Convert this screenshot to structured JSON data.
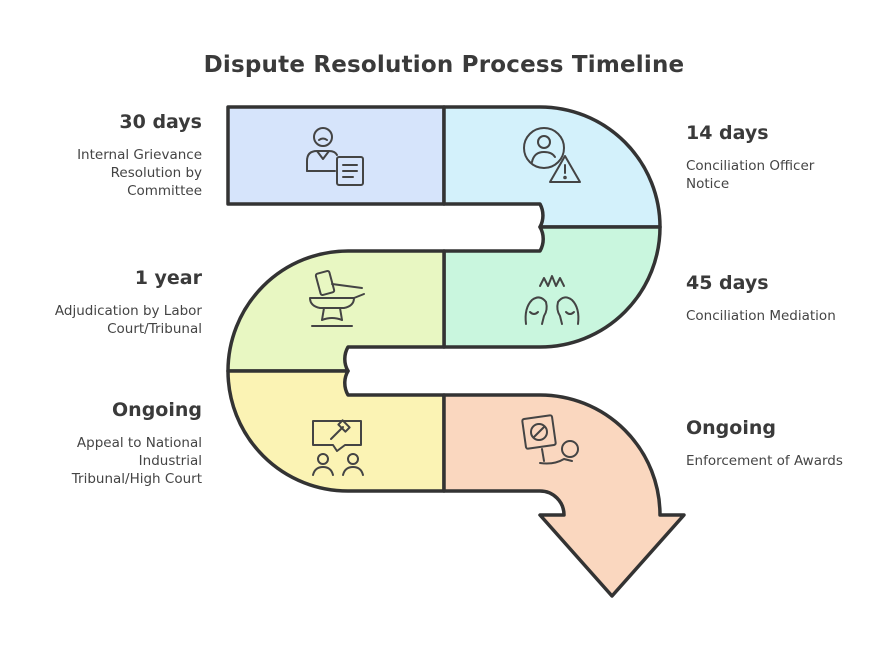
{
  "title": "Dispute Resolution Process Timeline",
  "stages": [
    {
      "duration": "30 days",
      "description": "Internal Grievance Resolution by Committee",
      "side": "left",
      "color": "#d6e4fb",
      "icon": "person-document-icon"
    },
    {
      "duration": "14 days",
      "description": "Conciliation Officer Notice",
      "side": "right",
      "color": "#d3f1fb",
      "icon": "user-warning-icon"
    },
    {
      "duration": "45 days",
      "description": "Conciliation Mediation",
      "side": "right",
      "color": "#c9f6de",
      "icon": "people-talking-icon"
    },
    {
      "duration": "1 year",
      "description": "Adjudication by Labor Court/Tribunal",
      "side": "left",
      "color": "#e8f7c2",
      "icon": "gavel-anvil-icon"
    },
    {
      "duration": "Ongoing",
      "description": "Appeal to National Industrial Tribunal/High Court",
      "side": "left",
      "color": "#fbf3b4",
      "icon": "appeal-meeting-icon"
    },
    {
      "duration": "Ongoing",
      "description": "Enforcement of Awards",
      "side": "right",
      "color": "#fad7bf",
      "icon": "protest-sign-icon"
    }
  ]
}
